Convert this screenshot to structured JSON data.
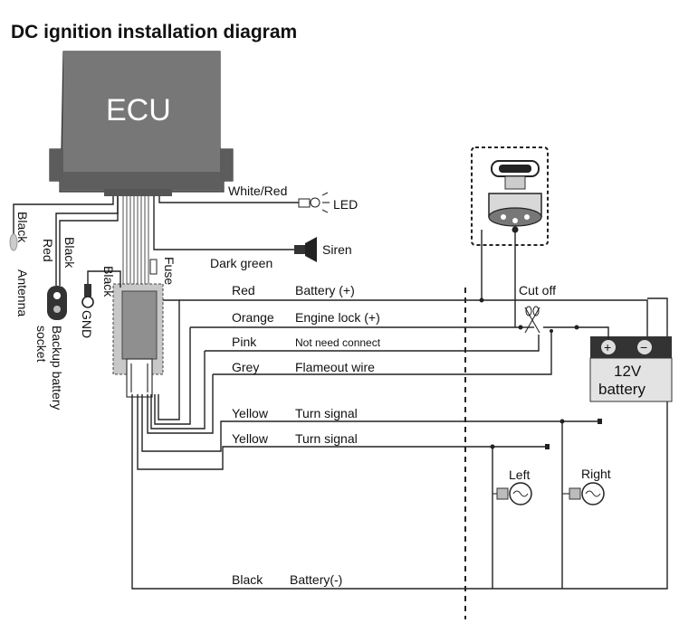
{
  "title": "DC ignition installation diagram",
  "ecu": {
    "label": "ECU"
  },
  "outputs": {
    "white_red": "White/Red",
    "led": "LED",
    "dark_green": "Dark green",
    "siren": "Siren",
    "fuse": "Fuse"
  },
  "left_leads": {
    "antenna_color": "Black",
    "antenna": "Antenna",
    "backup_color_red": "Red",
    "backup_color_black": "Black",
    "backup_line1": "Backup battery",
    "backup_line2": "socket",
    "gnd_color": "Black",
    "gnd": "GND"
  },
  "wires": [
    {
      "color": "Red",
      "function": "Battery (+)"
    },
    {
      "color": "Orange",
      "function": "Engine lock (+)"
    },
    {
      "color": "Pink",
      "function": "Not need connect"
    },
    {
      "color": "Grey",
      "function": "Flameout wire"
    },
    {
      "color": "Yellow",
      "function": "Turn signal"
    },
    {
      "color": "Yellow",
      "function": "Turn signal"
    },
    {
      "color": "Black",
      "function": "Battery(-)"
    }
  ],
  "cut_off": "Cut off",
  "battery": {
    "plus": "+",
    "minus": "−",
    "voltage": "12V",
    "label": "battery"
  },
  "lamps": {
    "left": "Left",
    "right": "Right"
  }
}
